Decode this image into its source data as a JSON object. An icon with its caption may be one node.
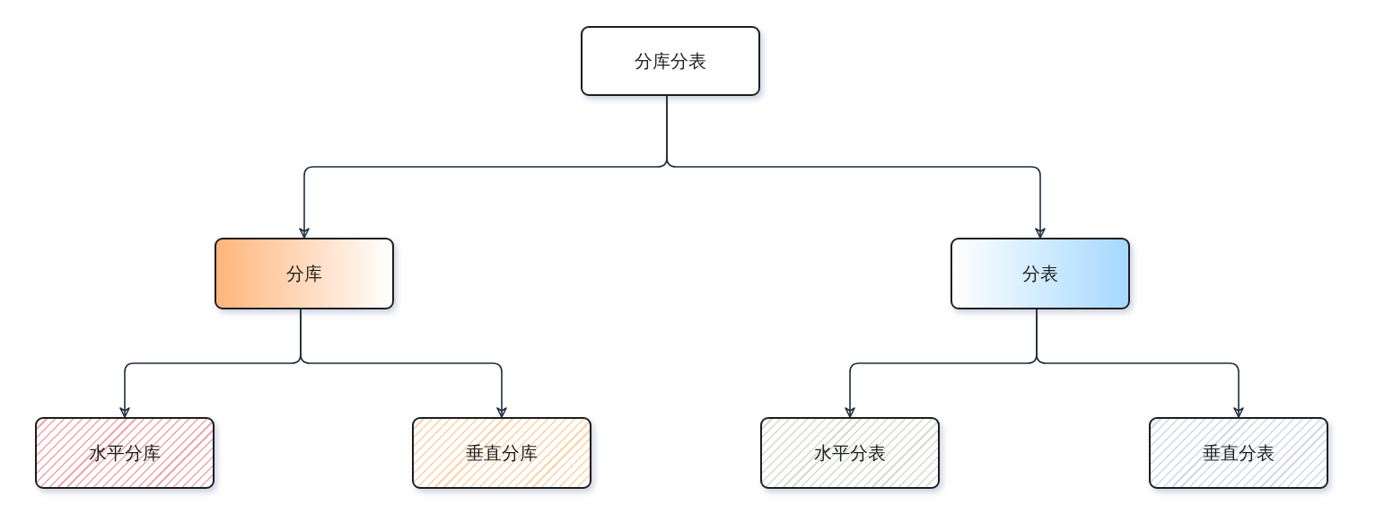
{
  "diagram": {
    "nodes": [
      {
        "text": [
          "分库分表"
        ]
      },
      {
        "text": [
          "分库"
        ]
      },
      {
        "text": [
          "分表"
        ]
      },
      {
        "text": [
          "水平分库"
        ]
      },
      {
        "text": [
          "垂直分库"
        ]
      },
      {
        "text": [
          "水平分表"
        ]
      },
      {
        "text": [
          "垂直分表"
        ]
      }
    ],
    "edges": [
      {
        "from": 0,
        "to": 1,
        "arrow": "to"
      },
      {
        "from": 0,
        "to": 2,
        "arrow": "to"
      },
      {
        "from": 1,
        "to": 3,
        "arrow": "to"
      },
      {
        "from": 1,
        "to": 4,
        "arrow": "to"
      },
      {
        "from": 2,
        "to": 5,
        "arrow": "to"
      },
      {
        "from": 2,
        "to": 6,
        "arrow": "to"
      }
    ]
  }
}
